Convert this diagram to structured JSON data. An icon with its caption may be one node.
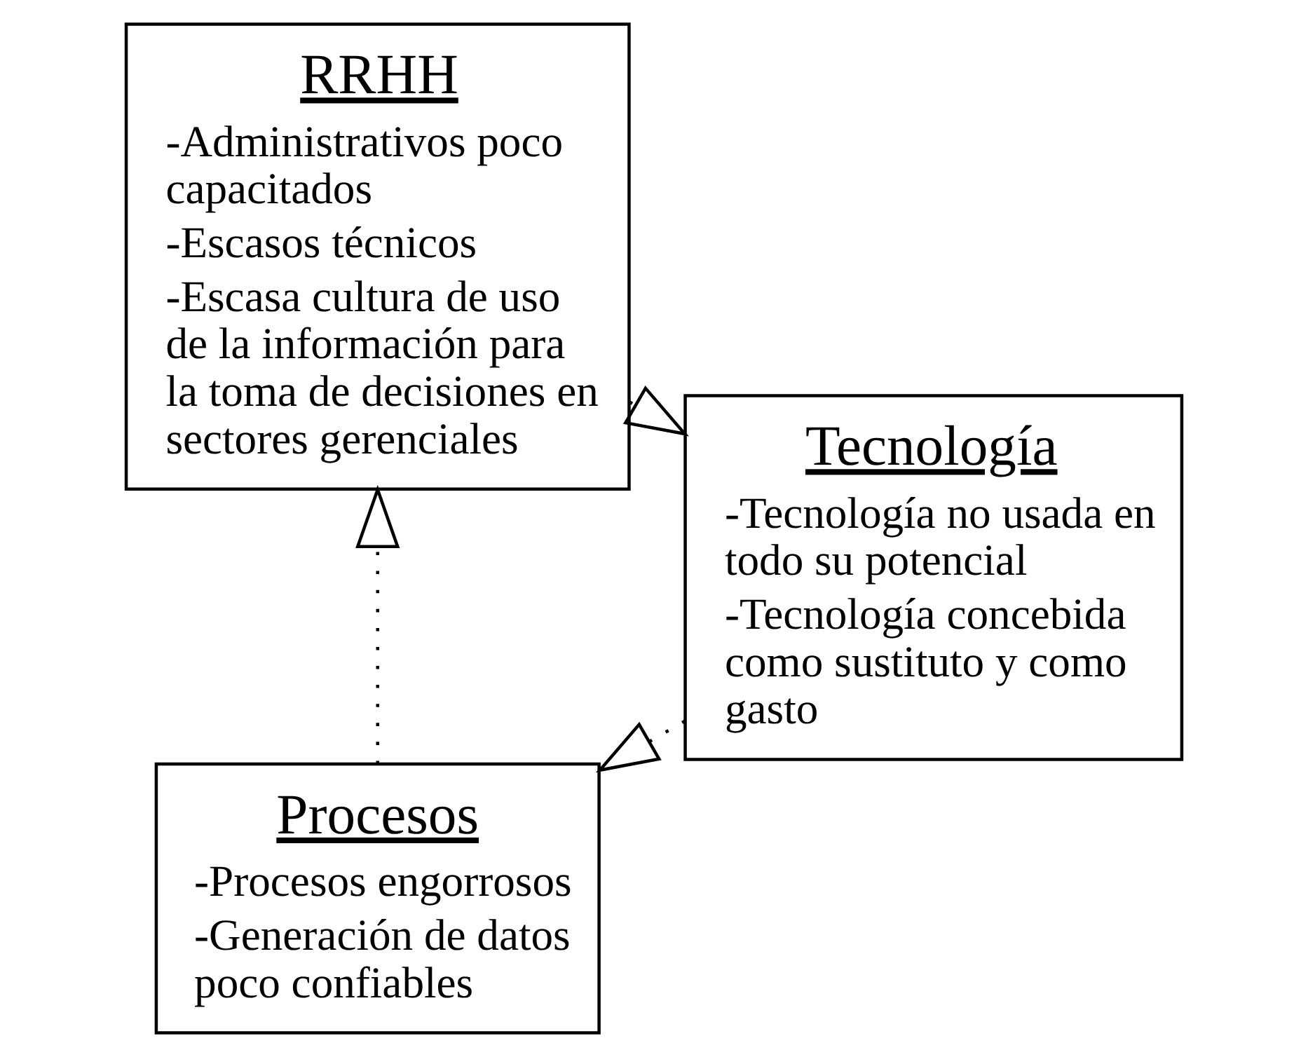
{
  "diagram": {
    "nodes": [
      {
        "text": [
          "Procesos",
          "-Procesos engorrosos",
          "-Generación de datos poco confiables"
        ]
      },
      {
        "text": [
          "Tecnología",
          "-Tecnología no usada en todo su potencial",
          "-Tecnología concebida como sustituto y como gasto"
        ]
      },
      {
        "text": [
          "RRHH",
          "-Administrativos poco capacitados",
          "-Escasos técnicos",
          "-Escasa cultura de uso de la información para la toma de decisiones en sectores gerenciales"
        ]
      }
    ],
    "edges": [
      {
        "from": 0,
        "to": 2,
        "arrow": "to",
        "style": "dashed"
      },
      {
        "from": 2,
        "to": 1,
        "arrow": "to",
        "style": "dashed"
      },
      {
        "from": 1,
        "to": 0,
        "arrow": "to",
        "style": "dashed"
      }
    ]
  }
}
